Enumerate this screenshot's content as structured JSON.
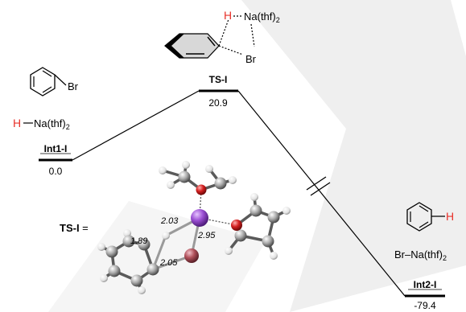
{
  "levels": {
    "int1": {
      "name": "Int1-I",
      "energy": "0.0"
    },
    "ts": {
      "name": "TS-I",
      "energy": "20.9"
    },
    "int2": {
      "name": "Int2-I",
      "energy": "-79.4"
    }
  },
  "structures": {
    "int1": {
      "substituent": "Br",
      "h_label": "H",
      "reagent": "Na(thf)",
      "reagent_sub": "2"
    },
    "ts": {
      "h_label": "H",
      "reagent": "Na(thf)",
      "reagent_sub": "2",
      "br_label": "Br"
    },
    "int2": {
      "h_label": "H",
      "product": "Br–Na(thf)",
      "product_sub": "2"
    }
  },
  "ts_3d": {
    "prefix_bold": "TS-I",
    "prefix_rest": " =",
    "distances": [
      "2.03",
      "1.89",
      "2.95",
      "2.05"
    ]
  },
  "colors": {
    "hydrogen_label": "#e8322b",
    "sodium": "#9b4fd3",
    "oxygen": "#d42020",
    "bromine": "#b0505a",
    "watermark": "#ececec"
  }
}
